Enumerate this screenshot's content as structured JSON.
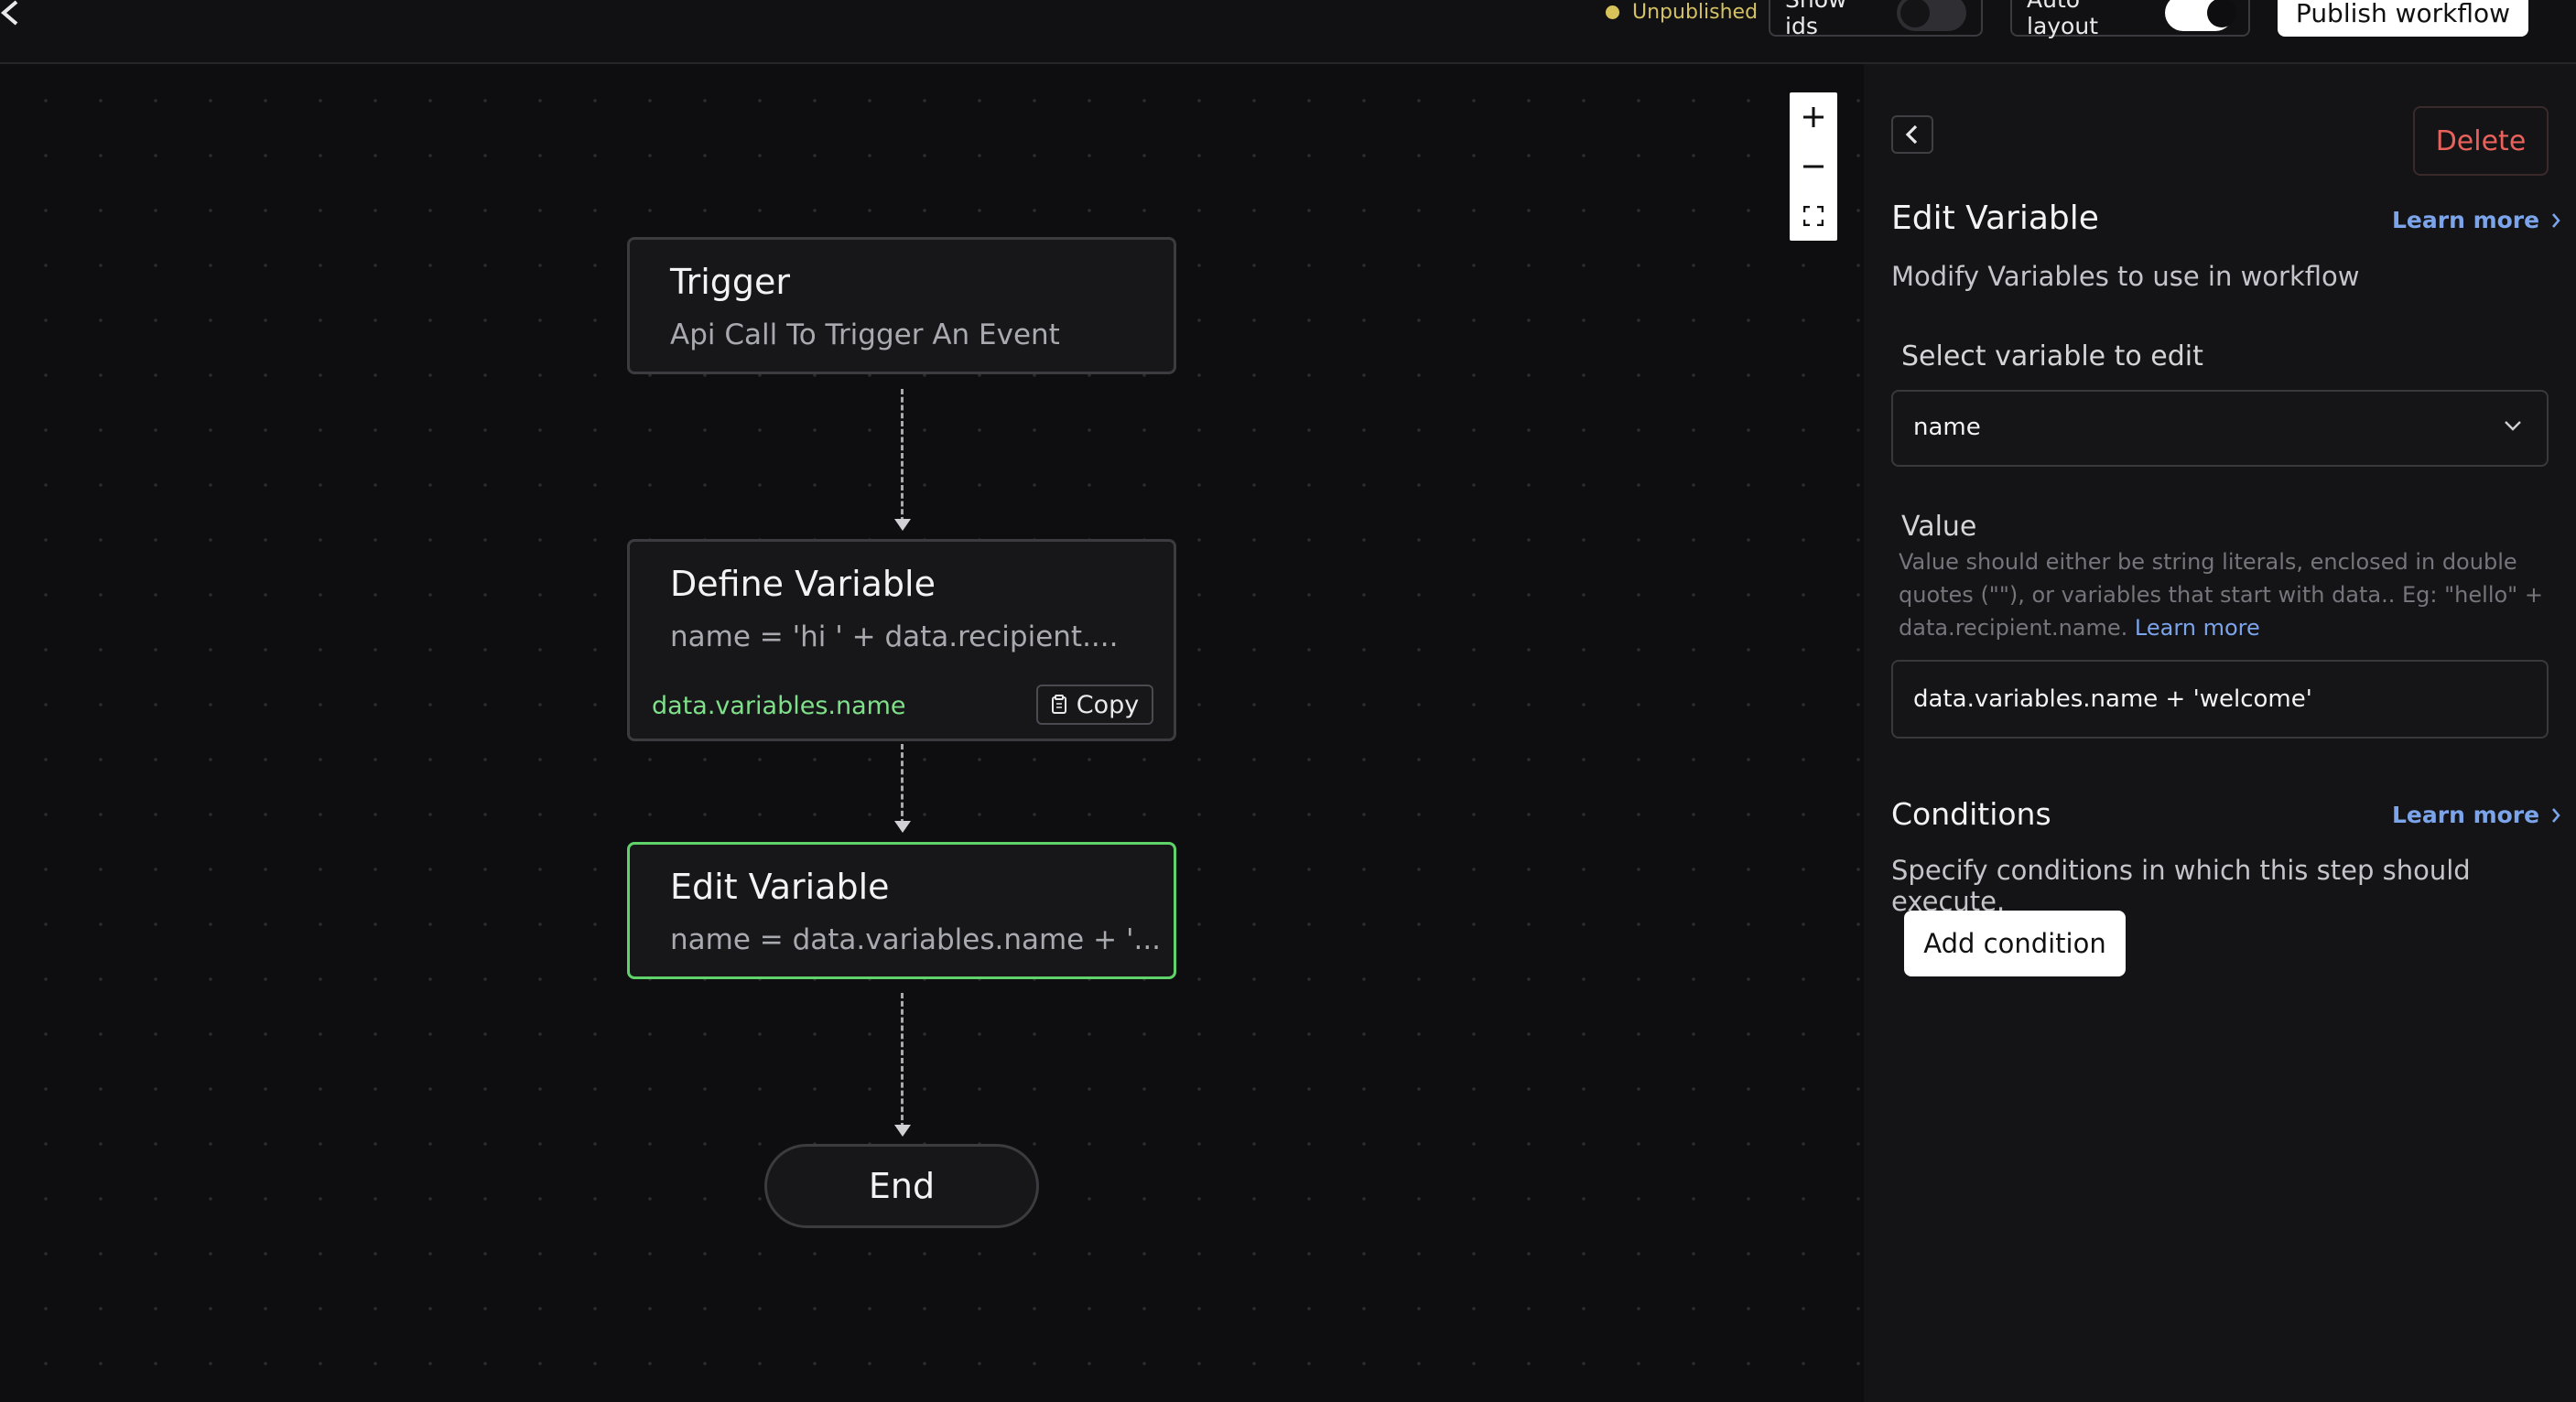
{
  "topbar": {
    "status": "Unpublished",
    "show_ids_label": "Show ids",
    "show_ids_on": false,
    "auto_layout_label": "Auto layout",
    "auto_layout_on": true,
    "publish_label": "Publish workflow"
  },
  "canvas": {
    "zoom_in": "+",
    "zoom_out": "−",
    "nodes": [
      {
        "title": "Trigger",
        "subtitle": "Api Call To Trigger An Event"
      },
      {
        "title": "Define Variable",
        "subtitle": "name = 'hi ' + data.recipient....",
        "output_var": "data.variables.name",
        "copy_label": "Copy"
      },
      {
        "title": "Edit Variable",
        "subtitle": "name = data.variables.name + '..."
      }
    ],
    "end_label": "End"
  },
  "panel": {
    "delete_label": "Delete",
    "title": "Edit Variable",
    "learn_more": "Learn more",
    "description": "Modify Variables to use in workflow",
    "select_label": "Select variable to edit",
    "selected_variable": "name",
    "value_label": "Value",
    "value_help": "Value should either be string literals, enclosed in double quotes (\"\"), or variables that start with data.. Eg: \"hello\" + data.recipient.name.",
    "value_help_link": "Learn more",
    "value": "data.variables.name + 'welcome'",
    "conditions_title": "Conditions",
    "conditions_learn_more": "Learn more",
    "conditions_desc": "Specify conditions in which this step should execute.",
    "add_condition_label": "Add condition"
  },
  "colors": {
    "accent_green": "#5fd36a",
    "status_yellow": "#d8c25a",
    "link_blue": "#7ba4ea",
    "delete_red": "#e8625b"
  }
}
